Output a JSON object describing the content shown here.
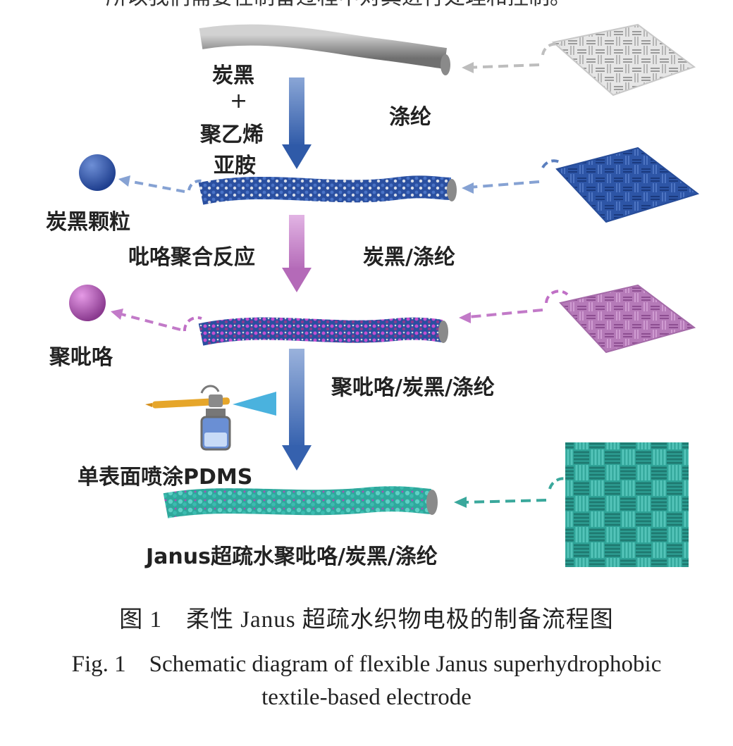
{
  "top_text": "所以我们需要在制备过程中对其进行处理和控制。",
  "labels": {
    "carbon_black_pei": [
      "炭黑",
      "+",
      "聚乙烯",
      "亚胺"
    ],
    "polyester": "涤纶",
    "carbon_black_particle": "炭黑颗粒",
    "pyrrole_polymerization": "吡咯聚合反应",
    "cb_polyester": "炭黑/涤纶",
    "polypyrrole": "聚吡咯",
    "ppy_cb_polyester": "聚吡咯/炭黑/涤纶",
    "spray_pdms": "单表面喷涂PDMS",
    "janus_result": "Janus超疏水聚吡咯/炭黑/涤纶"
  },
  "caption": {
    "zh": "图 1　柔性 Janus 超疏水织物电极的制备流程图",
    "en_line1": "Fig. 1　Schematic diagram of flexible Janus superhydrophobic",
    "en_line2": "textile-based electrode"
  },
  "colors": {
    "fiber_plain": "#a9a9a9",
    "carbon_black": "#2e56a6",
    "polypyrrole": "#a04aa6",
    "janus_teal": "#39b0a6",
    "arrow_blue": "#3a63b0",
    "arrow_purple": "#b06fb6"
  }
}
